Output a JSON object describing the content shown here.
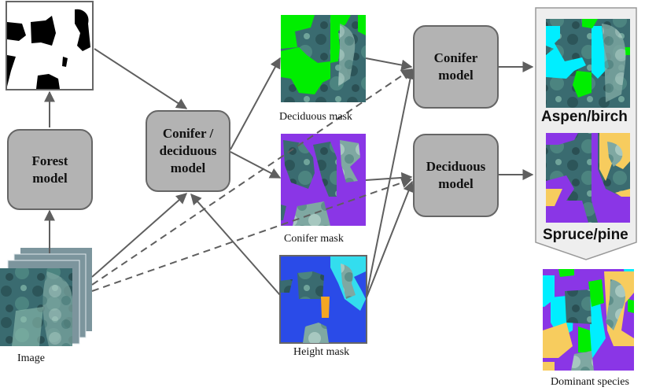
{
  "diagram": {
    "title": "Forest species classification pipeline",
    "nodes": {
      "forest_model": "Forest model",
      "conifer_deciduous_model": "Conifer / deciduous model",
      "conifer_model": "Conifer model",
      "deciduous_model": "Deciduous model"
    },
    "captions": {
      "image": "Image",
      "deciduous_mask": "Deciduous mask",
      "conifer_mask": "Conifer mask",
      "height_mask": "Height mask",
      "aspen_birch": "Aspen/birch",
      "spruce_pine": "Spruce/pine",
      "dominant_species": "Dominant species"
    },
    "colors": {
      "box_fill": "#b3b3b3",
      "box_stroke": "#666666",
      "arrow": "#5f5f5f",
      "deciduous_green": "#00ee00",
      "conifer_purple": "#8a36e6",
      "height_blue": "#2a4be8",
      "height_cyan": "#33ddee",
      "height_orange": "#f5a623",
      "aspen_cyan": "#00eeff",
      "pine_yellow": "#f7cc5e",
      "panel_fill": "#eeeeee",
      "photo_dark": "#2f5b62",
      "photo_light": "#8fb9b0"
    }
  }
}
